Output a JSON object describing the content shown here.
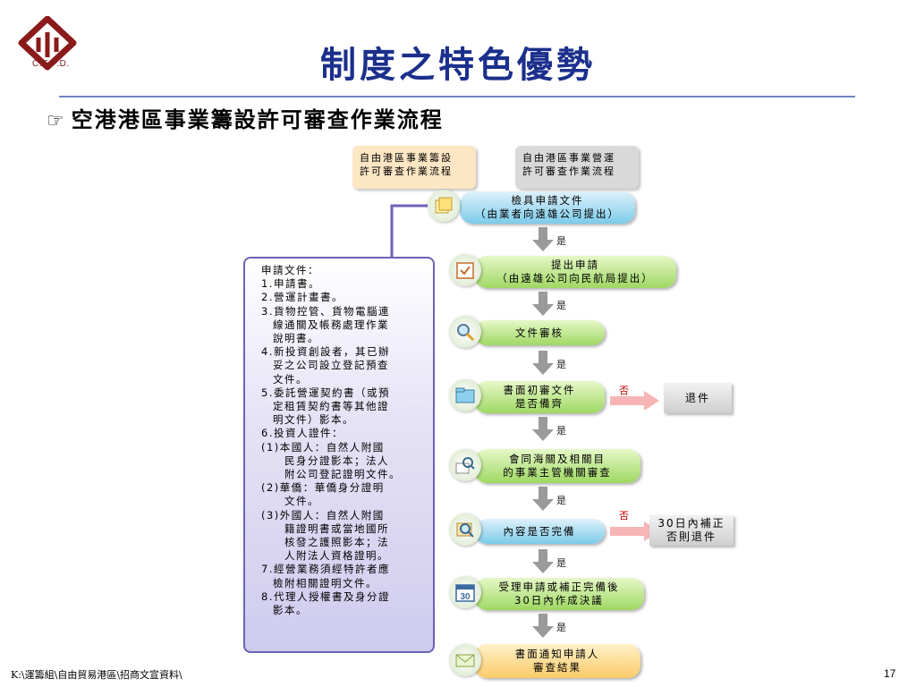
{
  "header": {
    "logo_text": "C.E.P.D.",
    "title": "制度之特色優勢",
    "subtitle": "空港港區事業籌設許可審查作業流程",
    "subtitle_icon": "pointing-hand-icon"
  },
  "legend": {
    "apply_flow": [
      "自由港區事業籌設",
      "許可審查作業流程"
    ],
    "operate_flow": [
      "自由港區事業營運",
      "許可審查作業流程"
    ]
  },
  "flow": {
    "steps": [
      {
        "lines": [
          "檢具申請文件",
          "（由業者向遠雄公司提出）"
        ],
        "icon": "documents-icon"
      },
      {
        "lines": [
          "提出申請",
          "（由遠雄公司向民航局提出）"
        ],
        "icon": "checklist-icon"
      },
      {
        "lines": [
          "文件審核"
        ],
        "icon": "magnifier-icon"
      },
      {
        "lines": [
          "書面初審文件",
          "是否備齊"
        ],
        "icon": "folder-icon"
      },
      {
        "lines": [
          "會同海關及相關目",
          "的事業主管機關審查"
        ],
        "icon": "magnifier-docs-icon"
      },
      {
        "lines": [
          "內容是否完備"
        ],
        "icon": "magnifier-map-icon"
      },
      {
        "lines": [
          "受理申請或補正完備後",
          "30日內作成決議"
        ],
        "icon": "calendar-icon"
      },
      {
        "lines": [
          "書面通知申請人",
          "審查結果"
        ],
        "icon": "envelope-icon"
      }
    ],
    "yes_label": "是",
    "no_label": "否",
    "reject_box": "退件",
    "supplement_box": [
      "30日內補正",
      "否則退件"
    ],
    "calendar_number": "30"
  },
  "documents": {
    "lines": [
      "申請文件：",
      "1.申請書。",
      "2.營運計畫書。",
      "3.貨物控管、貨物電腦連",
      "　線通關及帳務處理作業",
      "　說明書。",
      "4.新投資創設者，其已辦",
      "　妥之公司設立登記預查",
      "　文件。",
      "5.委託營運契約書（或預",
      "　定租賃契約書等其他證",
      "　明文件）影本。",
      "6.投資人證件：",
      "(1)本國人：自然人附國",
      "　　民身分證影本；法人",
      "　　附公司登記證明文件。",
      "(2)華僑：華僑身分證明",
      "　　文件。",
      "(3)外國人：自然人附國",
      "　　籍證明書或當地國所",
      "　　核發之護照影本；法",
      "　　人附法人資格證明。",
      "7.經營業務須經特許者應",
      "　檢附相關證明文件。",
      "8.代理人授權書及身分證",
      "　影本。"
    ]
  },
  "footer": {
    "path": "K:\\運籌組\\自由貿易港區\\招商文宣資料\\",
    "page": "17"
  },
  "colors": {
    "title": "#1b2f8c",
    "rule": "#6f87c1",
    "doc_border": "#6b63b5",
    "no_label": "#c00000"
  }
}
